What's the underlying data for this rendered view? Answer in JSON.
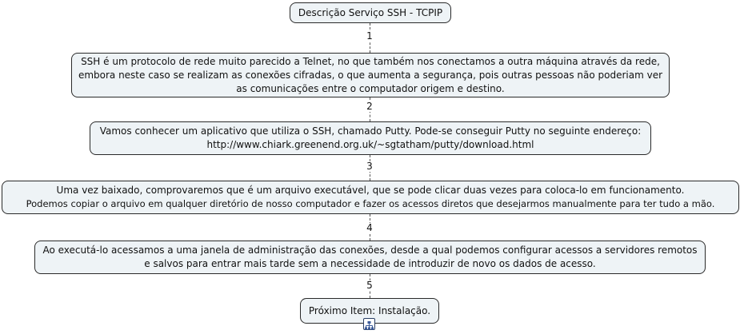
{
  "root": {
    "label": "Descrição Serviço SSH - TCPIP"
  },
  "steps": [
    {
      "number": "1",
      "lines": [
        "SSH é um protocolo de rede muito parecido a Telnet, no que também nos conectamos a outra máquina através da rede,",
        "embora neste caso se realizam as conexões cifradas, o que aumenta a segurança, pois outras pessoas não poderiam ver",
        "as comunicações entre o computador origem e destino."
      ]
    },
    {
      "number": "2",
      "lines": [
        "Vamos conhecer um aplicativo que utiliza o SSH, chamado Putty. Pode-se conseguir Putty no seguinte endereço:",
        "http://www.chiark.greenend.org.uk/~sgtatham/putty/download.html"
      ]
    },
    {
      "number": "3",
      "lines": [
        "Uma vez baixado, comprovaremos que é um arquivo executável, que se pode clicar duas vezes para coloca-lo em funcionamento.",
        "Podemos copiar o arquivo em qualquer diretório de nosso computador e fazer os acessos diretos que desejarmos manualmente para ter tudo a mão."
      ]
    },
    {
      "number": "4",
      "lines": [
        "Ao executá-lo acessamos a uma janela de administração das conexões, desde a qual podemos configurar acessos a servidores remotos",
        "e salvos para entrar mais tarde sem a necessidade de introduzir de novo os dados de acesso."
      ]
    },
    {
      "number": "5",
      "lines": [
        "Próximo Item: Instalação."
      ]
    }
  ],
  "icons": {
    "map_link": "linked-map-icon"
  }
}
